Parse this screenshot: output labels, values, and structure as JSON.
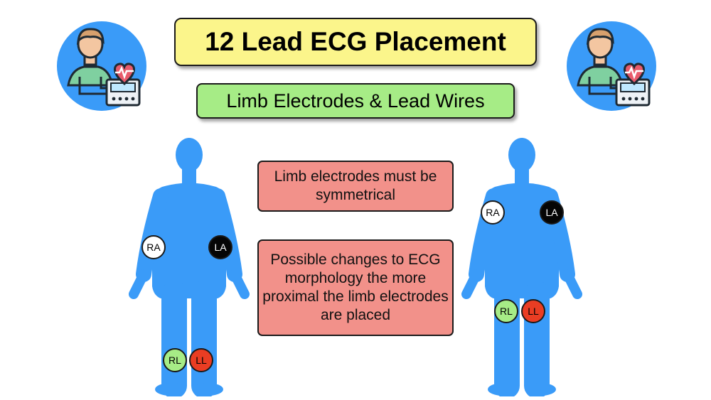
{
  "title": "12 Lead ECG Placement",
  "subtitle": "Limb Electrodes & Lead Wires",
  "notes": [
    "Limb electrodes must be symmetrical",
    "Possible changes to ECG morphology the more proximal the limb electrodes are placed"
  ],
  "electrodes": {
    "ra": "RA",
    "la": "LA",
    "rl": "RL",
    "ll": "LL"
  },
  "colors": {
    "body": "#3a9bf8",
    "title_bg": "#fbf58b",
    "subtitle_bg": "#a6ec86",
    "note_bg": "#f2918a",
    "icon_circle": "#3a9bf8",
    "ra": "#ffffff",
    "la": "#050505",
    "rl": "#a6ec86",
    "ll": "#ea3d23"
  },
  "icons": [
    "patient-monitor-icon",
    "human-body-icon"
  ]
}
